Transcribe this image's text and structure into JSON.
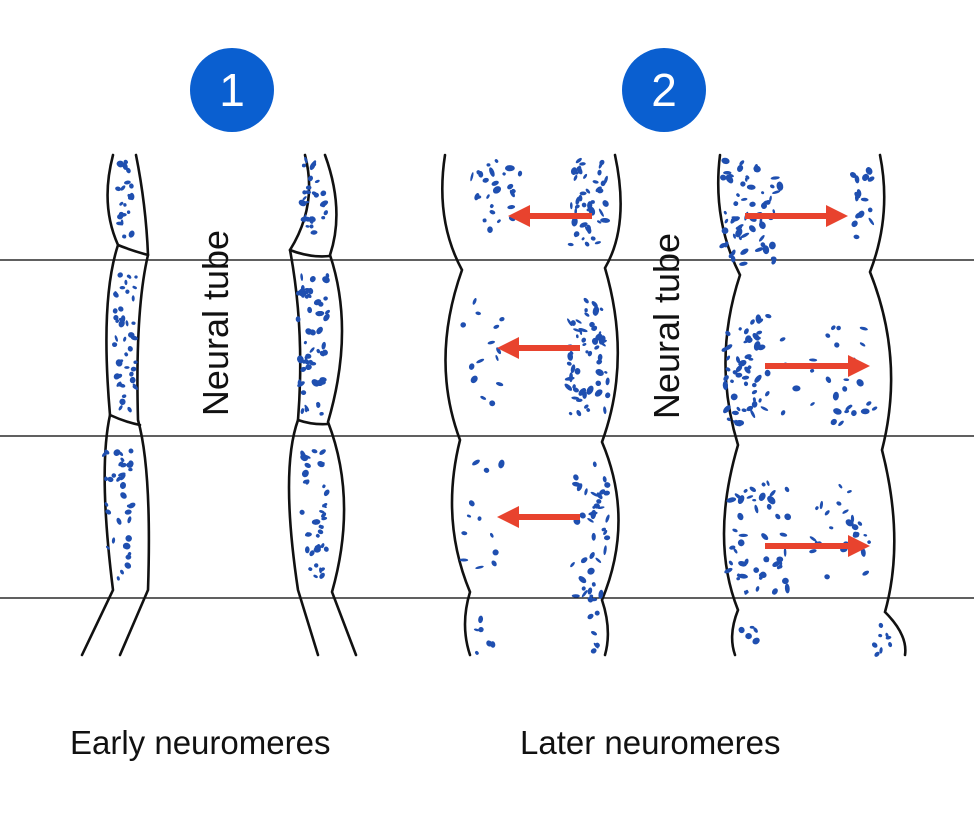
{
  "steps": {
    "first": "1",
    "second": "2"
  },
  "labels": {
    "neural_tube_left": "Neural tube",
    "neural_tube_right": "Neural tube",
    "early_caption": "Early neuromeres",
    "later_caption": "Later neuromeres"
  },
  "colors": {
    "badge": "#0a5fd0",
    "cells": "#1f4fb0",
    "arrow": "#e8432e",
    "outline": "#111111",
    "boundary_line": "#000000"
  },
  "panels": [
    {
      "id": "early",
      "arrow_direction": "none"
    },
    {
      "id": "later-left",
      "arrow_direction": "left"
    },
    {
      "id": "later-right",
      "arrow_direction": "right"
    }
  ]
}
